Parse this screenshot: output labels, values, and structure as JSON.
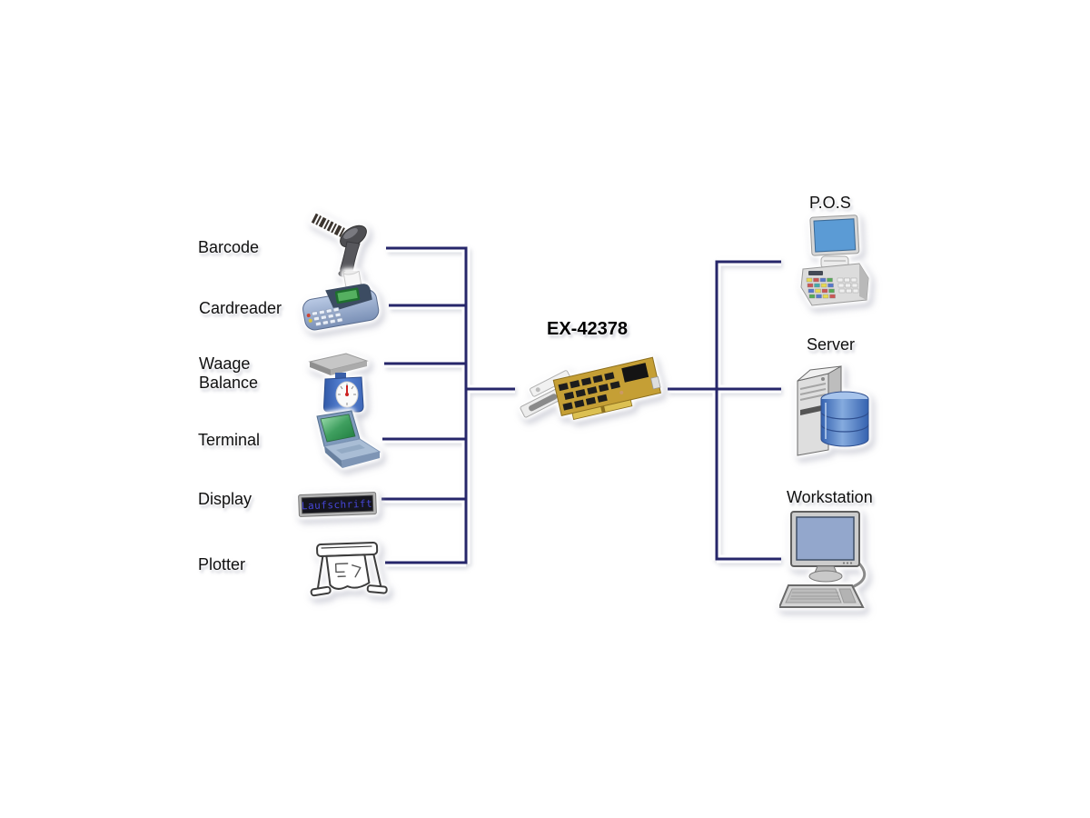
{
  "diagram": {
    "title": "EX-42378",
    "line_color": "#26266a",
    "left_devices": [
      {
        "label": "Barcode",
        "icon": "barcode-scanner-icon"
      },
      {
        "label": "Cardreader",
        "icon": "card-reader-icon"
      },
      {
        "label": "Waage\nBalance",
        "icon": "scale-icon"
      },
      {
        "label": "Terminal",
        "icon": "laptop-icon"
      },
      {
        "label": "Display",
        "icon": "led-display-icon",
        "display_text": "Laufschrift"
      },
      {
        "label": "Plotter",
        "icon": "plotter-icon"
      }
    ],
    "right_devices": [
      {
        "label": "P.O.S",
        "icon": "pos-terminal-icon"
      },
      {
        "label": "Server",
        "icon": "server-icon"
      },
      {
        "label": "Workstation",
        "icon": "workstation-icon"
      }
    ]
  }
}
